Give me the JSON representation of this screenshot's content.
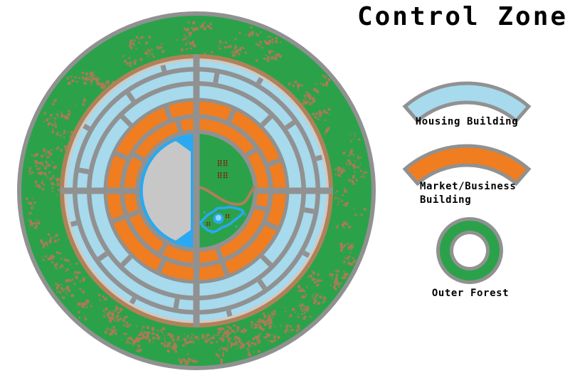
{
  "title": "Control Zone",
  "map": {
    "name": "Control Zone circular map",
    "colors": {
      "background": "#ffffff",
      "road_gray": "#919191",
      "forest_green": "#2ba24a",
      "speckle_brown": "#ab7b55",
      "trail_ring_brown": "#b0825a",
      "trail_ring_tan": "#d3c8c0",
      "housing_blue": "#a6daec",
      "market_orange": "#f07d1f",
      "plaza_gray": "#c7c7c7",
      "water_cyan": "#2aa9f0",
      "water_highlight": "#8fd9f6",
      "dirt_path_brown": "#ad8058",
      "building_marker_red": "#7e2418",
      "text_black": "#000000"
    }
  },
  "legend": {
    "items": [
      {
        "id": "housing",
        "label": "Housing Building",
        "lines": [
          "Housing Building"
        ],
        "color": "#a6daec",
        "swatch": "arc"
      },
      {
        "id": "market",
        "label": "Market/Business Building",
        "lines": [
          "Market/Business",
          "Building"
        ],
        "color": "#f07d1f",
        "swatch": "arc"
      },
      {
        "id": "forest",
        "label": "Outer Forest",
        "lines": [
          "Outer Forest"
        ],
        "color": "#2ba24a",
        "swatch": "ring"
      }
    ]
  }
}
